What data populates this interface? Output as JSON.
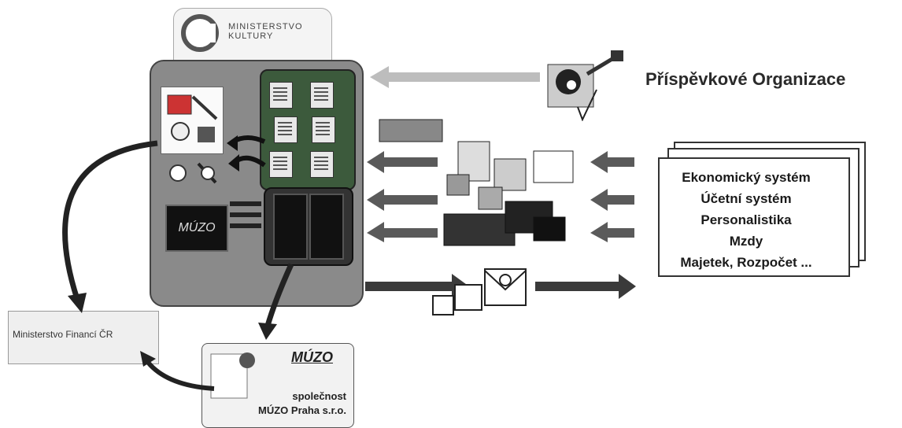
{
  "ministry": {
    "logo_text": "MINISTERSTVO KULTURY"
  },
  "organizations": {
    "title": "Příspěvkové Organizace"
  },
  "systems": {
    "items": [
      "Ekonomický systém",
      "Účetní systém",
      "Personalistika",
      "Mzdy",
      "Majetek, Rozpočet ..."
    ]
  },
  "finance": {
    "label": "Ministerstvo Financí ČR"
  },
  "muzo": {
    "chip_text": "MÚZO",
    "logo_text": "MÚZO",
    "line1": "společnost",
    "line2": "MÚZO Praha s.r.o."
  },
  "icons": {
    "arrow_fill": "#3a3a3a",
    "gray_arrow": "#bdbdbd"
  }
}
